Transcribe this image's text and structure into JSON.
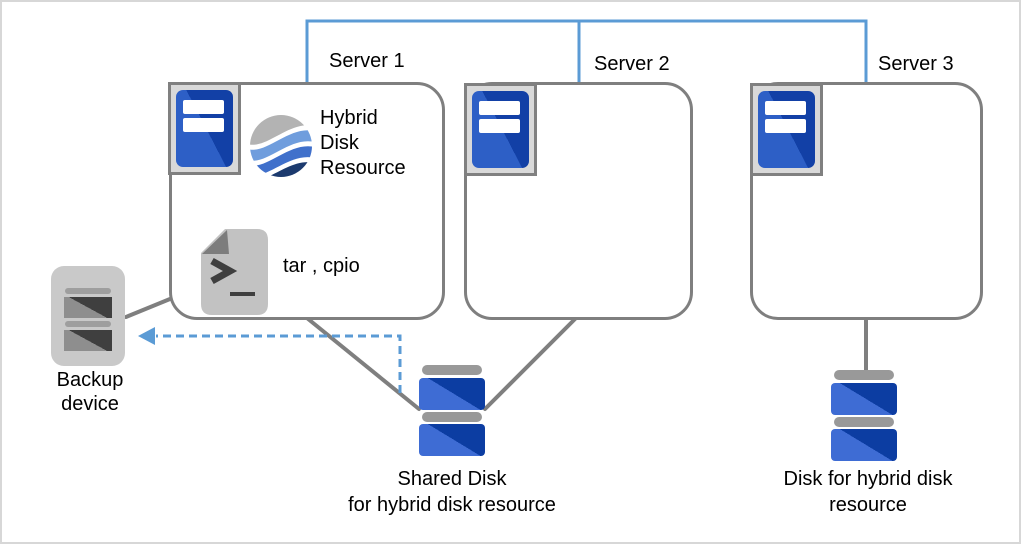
{
  "canvas": {
    "background": "#ffffff",
    "border_color": "#d7d7d7"
  },
  "colors": {
    "connector_blue": "#5b9bd5",
    "connector_gray": "#7f7f7f",
    "box_border_gray": "#7f7f7f",
    "disk_blue_light": "#3e6cd4",
    "disk_blue_dark": "#0c3da2",
    "server_blue_light": "#2d5fc6",
    "server_blue_dark": "#1240a6",
    "device_gray": "#c9c9c9",
    "wave_gray": "#b3b3b3",
    "wave_light_blue": "#6f9ddd",
    "wave_mid_blue": "#4070cb",
    "wave_dark_blue": "#1c3a6e"
  },
  "servers": [
    {
      "label": "Server 1",
      "icon": "server-tower-icon"
    },
    {
      "label": "Server 2",
      "icon": "server-tower-icon"
    },
    {
      "label": "Server 3",
      "icon": "server-tower-icon"
    }
  ],
  "server1": {
    "hybrid_resource": {
      "line1": "Hybrid",
      "line2": "Disk",
      "line3": "Resource",
      "icon": "hybrid-disk-wave-icon"
    },
    "script": {
      "label": "tar , cpio",
      "icon": "shell-script-icon"
    }
  },
  "backup_device": {
    "line1": "Backup",
    "line2": "device",
    "icon": "backup-tape-device-icon"
  },
  "shared_disk": {
    "line1": "Shared Disk",
    "line2": "for hybrid disk resource",
    "icon": "disk-stack-icon"
  },
  "hybrid_disk": {
    "line1": "Disk for hybrid disk",
    "line2": "resource",
    "icon": "disk-stack-icon"
  },
  "connections": {
    "interconnect": "blue-bracket-server1-server2-server3",
    "backup_flow": "dashed-arrow-to-backup-device",
    "disk_links": [
      "server1-to-shared-disk",
      "server2-to-shared-disk",
      "server3-to-hybrid-disk"
    ]
  }
}
